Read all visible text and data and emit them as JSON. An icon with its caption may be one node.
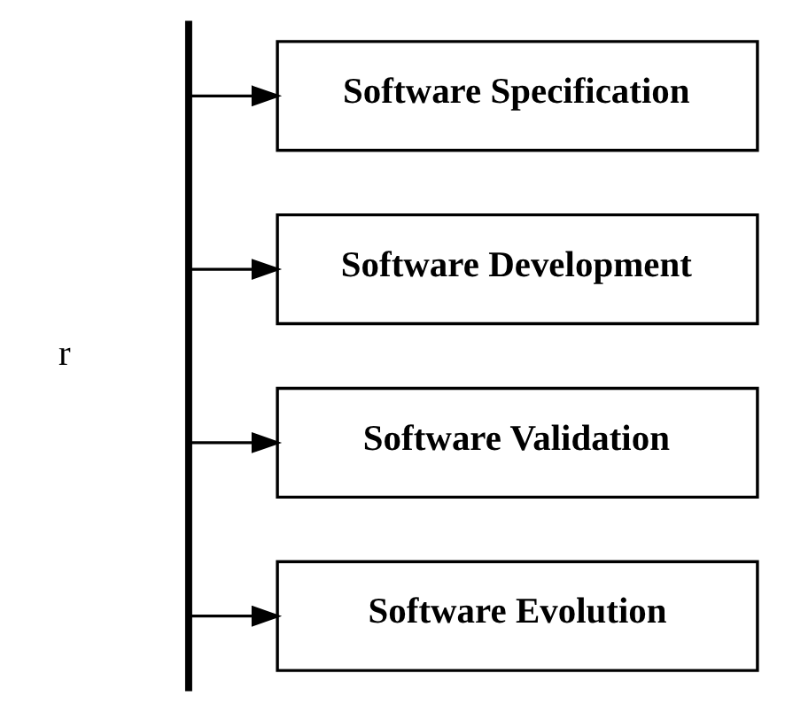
{
  "diagram": {
    "nodes": [
      {
        "text": [],
        "shape": "bar"
      },
      {
        "text": [
          "Software Specification"
        ]
      },
      {
        "text": [
          "Software Development"
        ]
      },
      {
        "text": [
          "Software Validation"
        ]
      },
      {
        "text": [
          "Software Evolution"
        ]
      }
    ],
    "edges": [
      {
        "from": 0,
        "to": 1,
        "arrow": "to"
      },
      {
        "from": 0,
        "to": 2,
        "arrow": "to"
      },
      {
        "from": 0,
        "to": 3,
        "arrow": "to"
      },
      {
        "from": 0,
        "to": 4,
        "arrow": "to"
      }
    ],
    "labels": [
      "r"
    ]
  }
}
